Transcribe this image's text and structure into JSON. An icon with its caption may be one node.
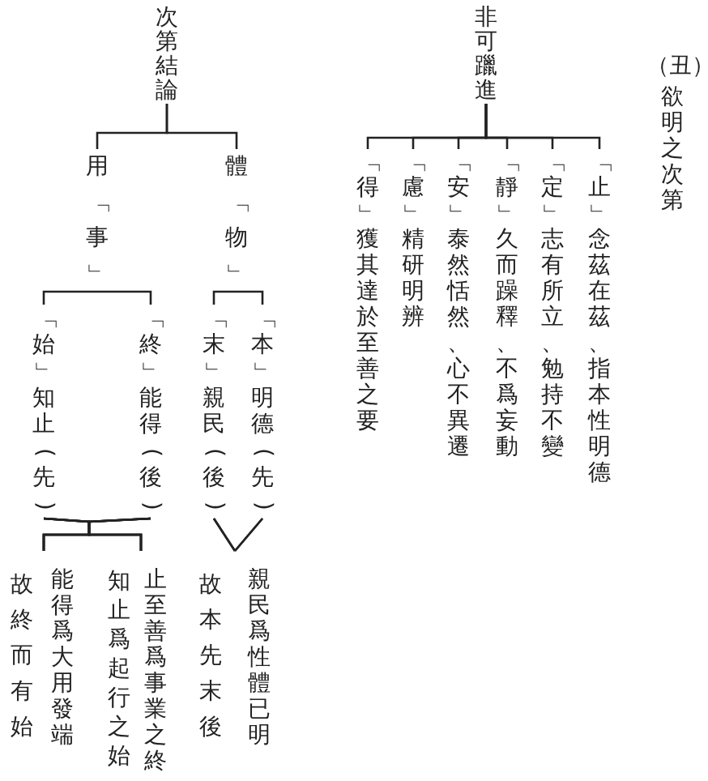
{
  "diagram": {
    "title": "欲明之次第",
    "nodes": [
      {
        "text": [
          "非可躐進"
        ]
      },
      {
        "text": [
          "「止」念茲在茲、指本性明德"
        ]
      },
      {
        "text": [
          "「定」志有所立、勉持不變"
        ]
      },
      {
        "text": [
          "「靜」久而躁釋、不爲妄動"
        ]
      },
      {
        "text": [
          "「安」泰然恬然、心不異遷"
        ]
      },
      {
        "text": [
          "「慮」精研明辨"
        ]
      },
      {
        "text": [
          "「得」獲其達於至善之要"
        ]
      },
      {
        "text": [
          "次第結論"
        ]
      },
      {
        "text": [
          "體「物」"
        ]
      },
      {
        "text": [
          "用「事」"
        ]
      },
      {
        "text": [
          "「本」明德(先)"
        ]
      },
      {
        "text": [
          "「末」親民(後)"
        ]
      },
      {
        "text": [
          "「終」能得(後)"
        ]
      },
      {
        "text": [
          "「始」知止(先)"
        ]
      },
      {
        "text": [
          "親民爲性體已明"
        ]
      },
      {
        "text": [
          "故本先末後"
        ]
      },
      {
        "text": [
          "止至善爲事業之終"
        ]
      },
      {
        "text": [
          "知止爲起行之始"
        ]
      },
      {
        "text": [
          "能得爲大用發端"
        ]
      },
      {
        "text": [
          "故終而有始"
        ]
      }
    ],
    "edges": [
      {
        "from": 0,
        "to": 1,
        "arrow": "none"
      },
      {
        "from": 0,
        "to": 2,
        "arrow": "none"
      },
      {
        "from": 0,
        "to": 3,
        "arrow": "none"
      },
      {
        "from": 0,
        "to": 4,
        "arrow": "none"
      },
      {
        "from": 0,
        "to": 5,
        "arrow": "none"
      },
      {
        "from": 0,
        "to": 6,
        "arrow": "none"
      },
      {
        "from": 7,
        "to": 8,
        "arrow": "none"
      },
      {
        "from": 7,
        "to": 9,
        "arrow": "none"
      },
      {
        "from": 8,
        "to": 10,
        "arrow": "none"
      },
      {
        "from": 8,
        "to": 11,
        "arrow": "none"
      },
      {
        "from": 9,
        "to": 12,
        "arrow": "none"
      },
      {
        "from": 9,
        "to": 13,
        "arrow": "none"
      },
      {
        "from": 12,
        "to": 16,
        "arrow": "none"
      },
      {
        "from": 12,
        "to": 17,
        "arrow": "none"
      },
      {
        "from": 12,
        "to": 18,
        "arrow": "none"
      },
      {
        "from": 12,
        "to": 19,
        "arrow": "none"
      },
      {
        "from": 13,
        "to": 16,
        "arrow": "none"
      },
      {
        "from": 13,
        "to": 17,
        "arrow": "none"
      },
      {
        "from": 13,
        "to": 18,
        "arrow": "none"
      },
      {
        "from": 13,
        "to": 19,
        "arrow": "none"
      },
      {
        "from": 10,
        "to": 14,
        "arrow": "none"
      },
      {
        "from": 10,
        "to": 15,
        "arrow": "none"
      },
      {
        "from": 11,
        "to": 14,
        "arrow": "none"
      },
      {
        "from": 11,
        "to": 15,
        "arrow": "none"
      }
    ],
    "labels": [
      "（丑）"
    ]
  }
}
